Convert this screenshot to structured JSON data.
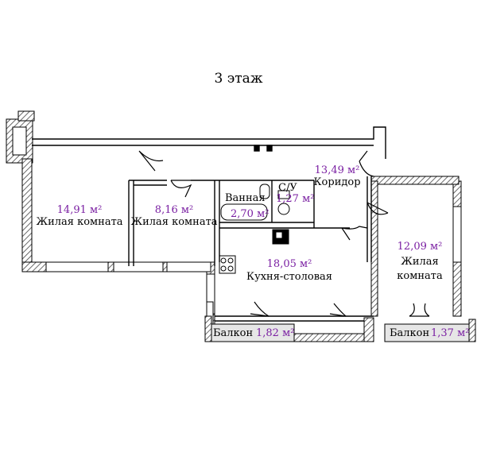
{
  "title": "3 этаж",
  "rooms": [
    {
      "id": "living1",
      "area": "14,91 м²",
      "name": "Жилая комната"
    },
    {
      "id": "living2",
      "area": "8,16 м²",
      "name": "Жилая комната"
    },
    {
      "id": "bath",
      "area": "2,70 м²",
      "name": "Ванная"
    },
    {
      "id": "wc",
      "area": "1,27 м²",
      "name": "С/У"
    },
    {
      "id": "corridor",
      "area": "13,49 м²",
      "name": "Коридор"
    },
    {
      "id": "kitchen",
      "area": "18,05 м²",
      "name": "Кухня-столовая"
    },
    {
      "id": "living3",
      "area": "12,09 м²",
      "name_line1": "Жилая",
      "name_line2": "комната"
    },
    {
      "id": "balcony1",
      "area": "1,82 м²",
      "name": "Балкон"
    },
    {
      "id": "balcony2",
      "area": "1,37 м²",
      "name": "Балкон"
    }
  ],
  "colors": {
    "wall": "#000000",
    "hatch": "#555555",
    "area_text": "#7a1fa2",
    "balcony_fill": "#e6e6e6"
  }
}
